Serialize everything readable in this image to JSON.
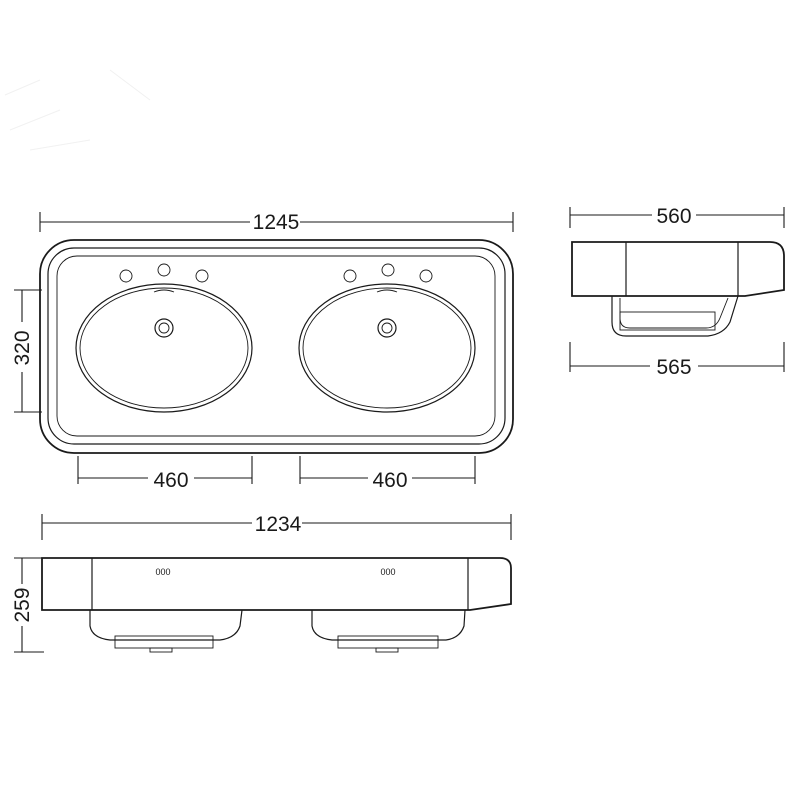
{
  "top_view": {
    "overall_width": "1245",
    "depth": "320",
    "bowl_left_width": "460",
    "bowl_right_width": "460"
  },
  "side_view": {
    "top_width": "560",
    "bottom_width": "565"
  },
  "front_view": {
    "overall_width": "1234",
    "height": "259",
    "tap_marks_left": "000",
    "tap_marks_right": "000"
  }
}
